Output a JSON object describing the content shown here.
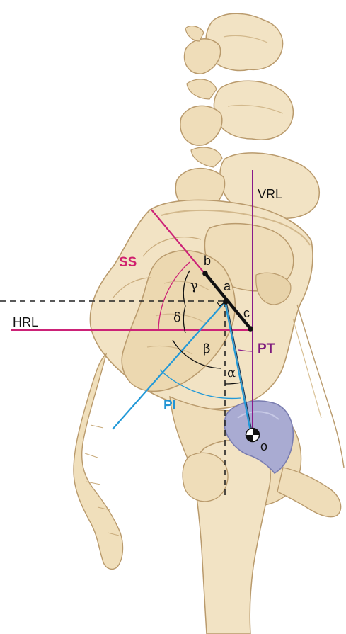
{
  "labels": {
    "vrl": "VRL",
    "hrl": "HRL",
    "ss": "SS",
    "pt": "PT",
    "pi": "PI",
    "point_a": "a",
    "point_b": "b",
    "point_c": "c",
    "point_o": "o",
    "gamma": "γ",
    "delta": "δ",
    "beta": "β",
    "alpha": "α"
  },
  "colors": {
    "bone_fill": "#f2e3c4",
    "bone_shade": "#e3cca0",
    "bone_outline": "#b99a6c",
    "femoral_head": "#a9abd2",
    "ss_line": "#cc2277",
    "pt_line": "#8a1a8a",
    "pi_line": "#2299d8",
    "sacral_plate": "#111111",
    "reference_line": "#222222",
    "ss_label": "#d0206e",
    "pi_label": "#2294d4",
    "pt_label": "#7d1a7d",
    "text_dark": "#111111"
  }
}
